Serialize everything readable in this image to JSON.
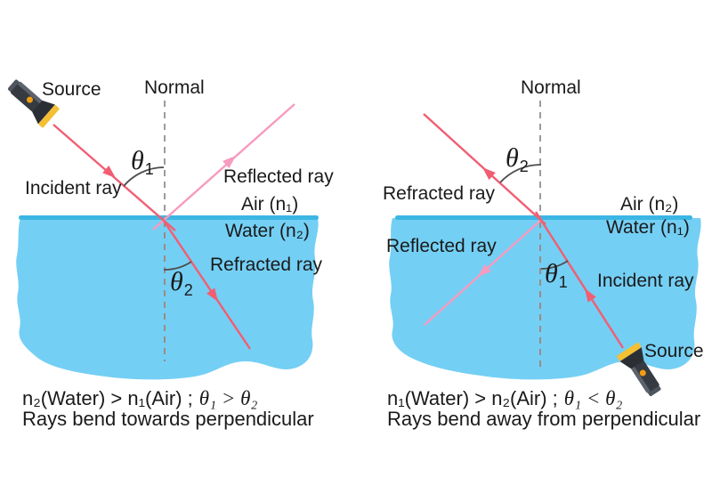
{
  "colors": {
    "water_fill": "#74CFF4",
    "water_surface_line": "#3CB6E3",
    "ray_strong": "#F15E72",
    "ray_light": "#F79BC0",
    "normal_dash_air": "#9B9B9B",
    "normal_dash_water": "#9C8B82",
    "angle_arc": "#4D4D4D",
    "text": "#1A1A1A",
    "flashlight_tail": "#4E555E",
    "flashlight_body": "#363B42",
    "flashlight_highlight": "#5C636D",
    "flashlight_head": "#2B2F35",
    "flashlight_band": "#F5BF33",
    "flashlight_button": "#F39C12"
  },
  "icons": {
    "source_icon": "flashlight-icon"
  },
  "left_panel": {
    "source_label": "Source",
    "normal_label": "Normal",
    "incident_ray_label": "Incident ray",
    "reflected_ray_label": "Reflected ray",
    "refracted_ray_label": "Refracted ray",
    "air_label": "Air (n₁)",
    "water_label": "Water (n₂)",
    "angle_incident": {
      "symbol": "θ",
      "sub": "1"
    },
    "angle_refracted": {
      "symbol": "θ",
      "sub": "2"
    },
    "caption": {
      "formula": "n₂(Water) > n₁(Air) ;",
      "angles": "θ₁ > θ₂",
      "line2": "Rays bend towards perpendicular"
    }
  },
  "right_panel": {
    "source_label": "Source",
    "normal_label": "Normal",
    "incident_ray_label": "Incident ray",
    "reflected_ray_label": "Reflected ray",
    "refracted_ray_label": "Refracted ray",
    "air_label": "Air (n₂)",
    "water_label": "Water (n₁)",
    "angle_incident": {
      "symbol": "θ",
      "sub": "1"
    },
    "angle_refracted": {
      "symbol": "θ",
      "sub": "2"
    },
    "caption": {
      "formula": "n₁(Water) > n₂(Air) ;",
      "angles": "θ₁ < θ₂",
      "line2": "Rays bend away from perpendicular"
    }
  }
}
